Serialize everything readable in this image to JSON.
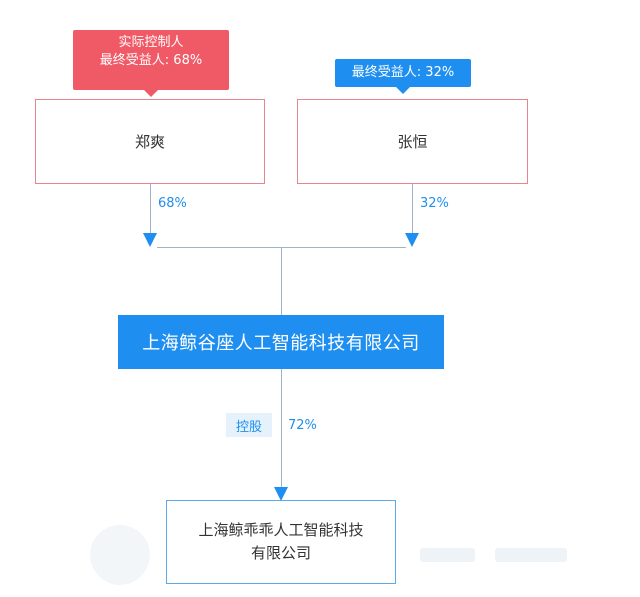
{
  "badges": {
    "controller_label": "实际控制人",
    "controller_share": "最终受益人: 68%",
    "beneficiary_share": "最终受益人: 32%"
  },
  "shareholders": [
    {
      "name": "郑爽",
      "percent": "68%"
    },
    {
      "name": "张恒",
      "percent": "32%"
    }
  ],
  "company_main": "上海鲸谷座人工智能科技有限公司",
  "holding": {
    "tag": "控股",
    "percent": "72%"
  },
  "company_sub": {
    "line1": "上海鲸乖乖人工智能科技",
    "line2": "有限公司"
  },
  "colors": {
    "accent": "#1e8ff0",
    "controller_red": "#f05a66",
    "border_red": "#e8848c"
  }
}
